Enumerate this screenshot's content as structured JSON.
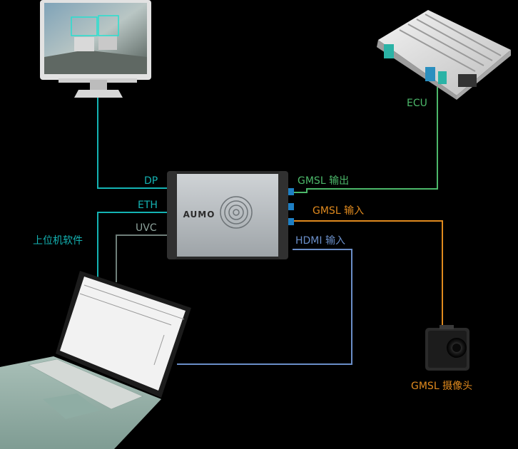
{
  "device": {
    "brand": "AUMO"
  },
  "labels": {
    "ecu": "ECU",
    "dp": "DP",
    "eth": "ETH",
    "uvc": "UVC",
    "software": "上位机软件",
    "gmsl_out": "GMSL 输出",
    "gmsl_in": "GMSL 输入",
    "hdmi_in": "HDMI 输入",
    "camera": "GMSL 摄像头"
  },
  "colors": {
    "background": "#000000",
    "teal": "#14b3b3",
    "green": "#4cb86a",
    "orange": "#e08a1e",
    "blue": "#6a8ec8",
    "device_body": "#b7bcc0"
  }
}
